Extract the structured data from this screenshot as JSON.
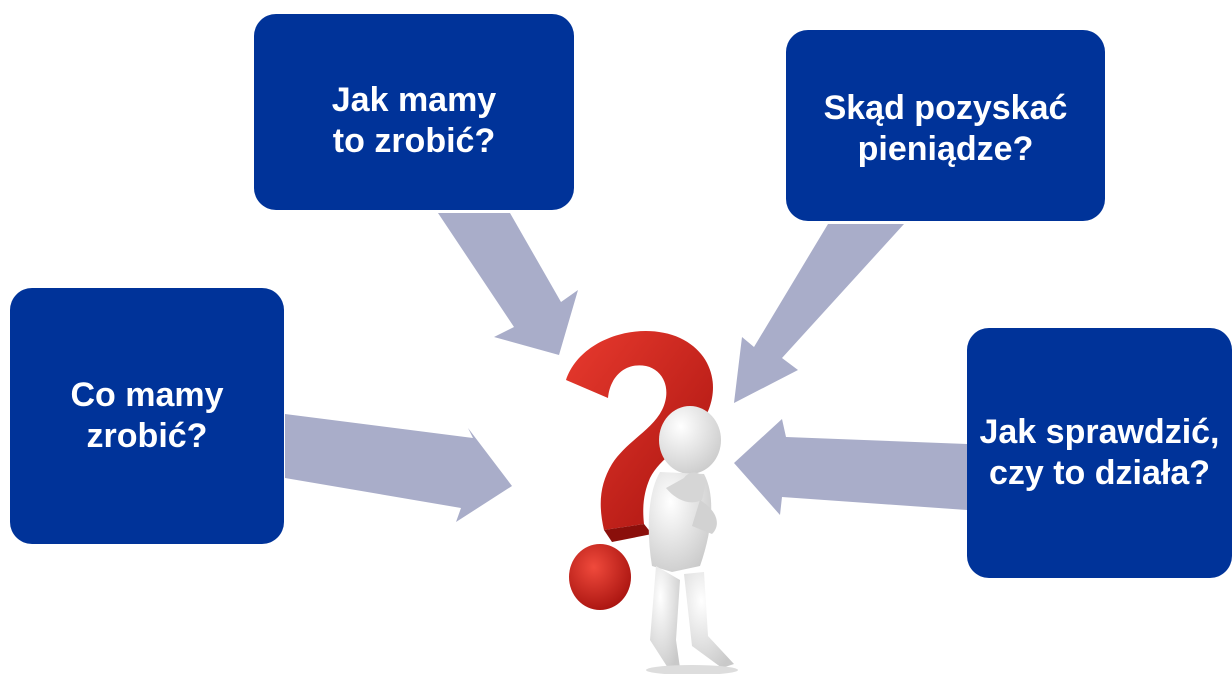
{
  "boxes": {
    "left": "Co mamy\nzrobić?",
    "top": "Jak mamy\nto zrobić?",
    "top_right": "Skąd pozyskać\npieniądze?",
    "right": "Jak sprawdzić,\nczy to działa?"
  },
  "colors": {
    "box_fill": "#003399",
    "box_text": "#ffffff",
    "arrow": "#a9adc9",
    "question_mark": "#d42222",
    "figure": "#e6e6e6"
  },
  "icons": {
    "center": "question-mark-with-thinking-figure-icon"
  }
}
